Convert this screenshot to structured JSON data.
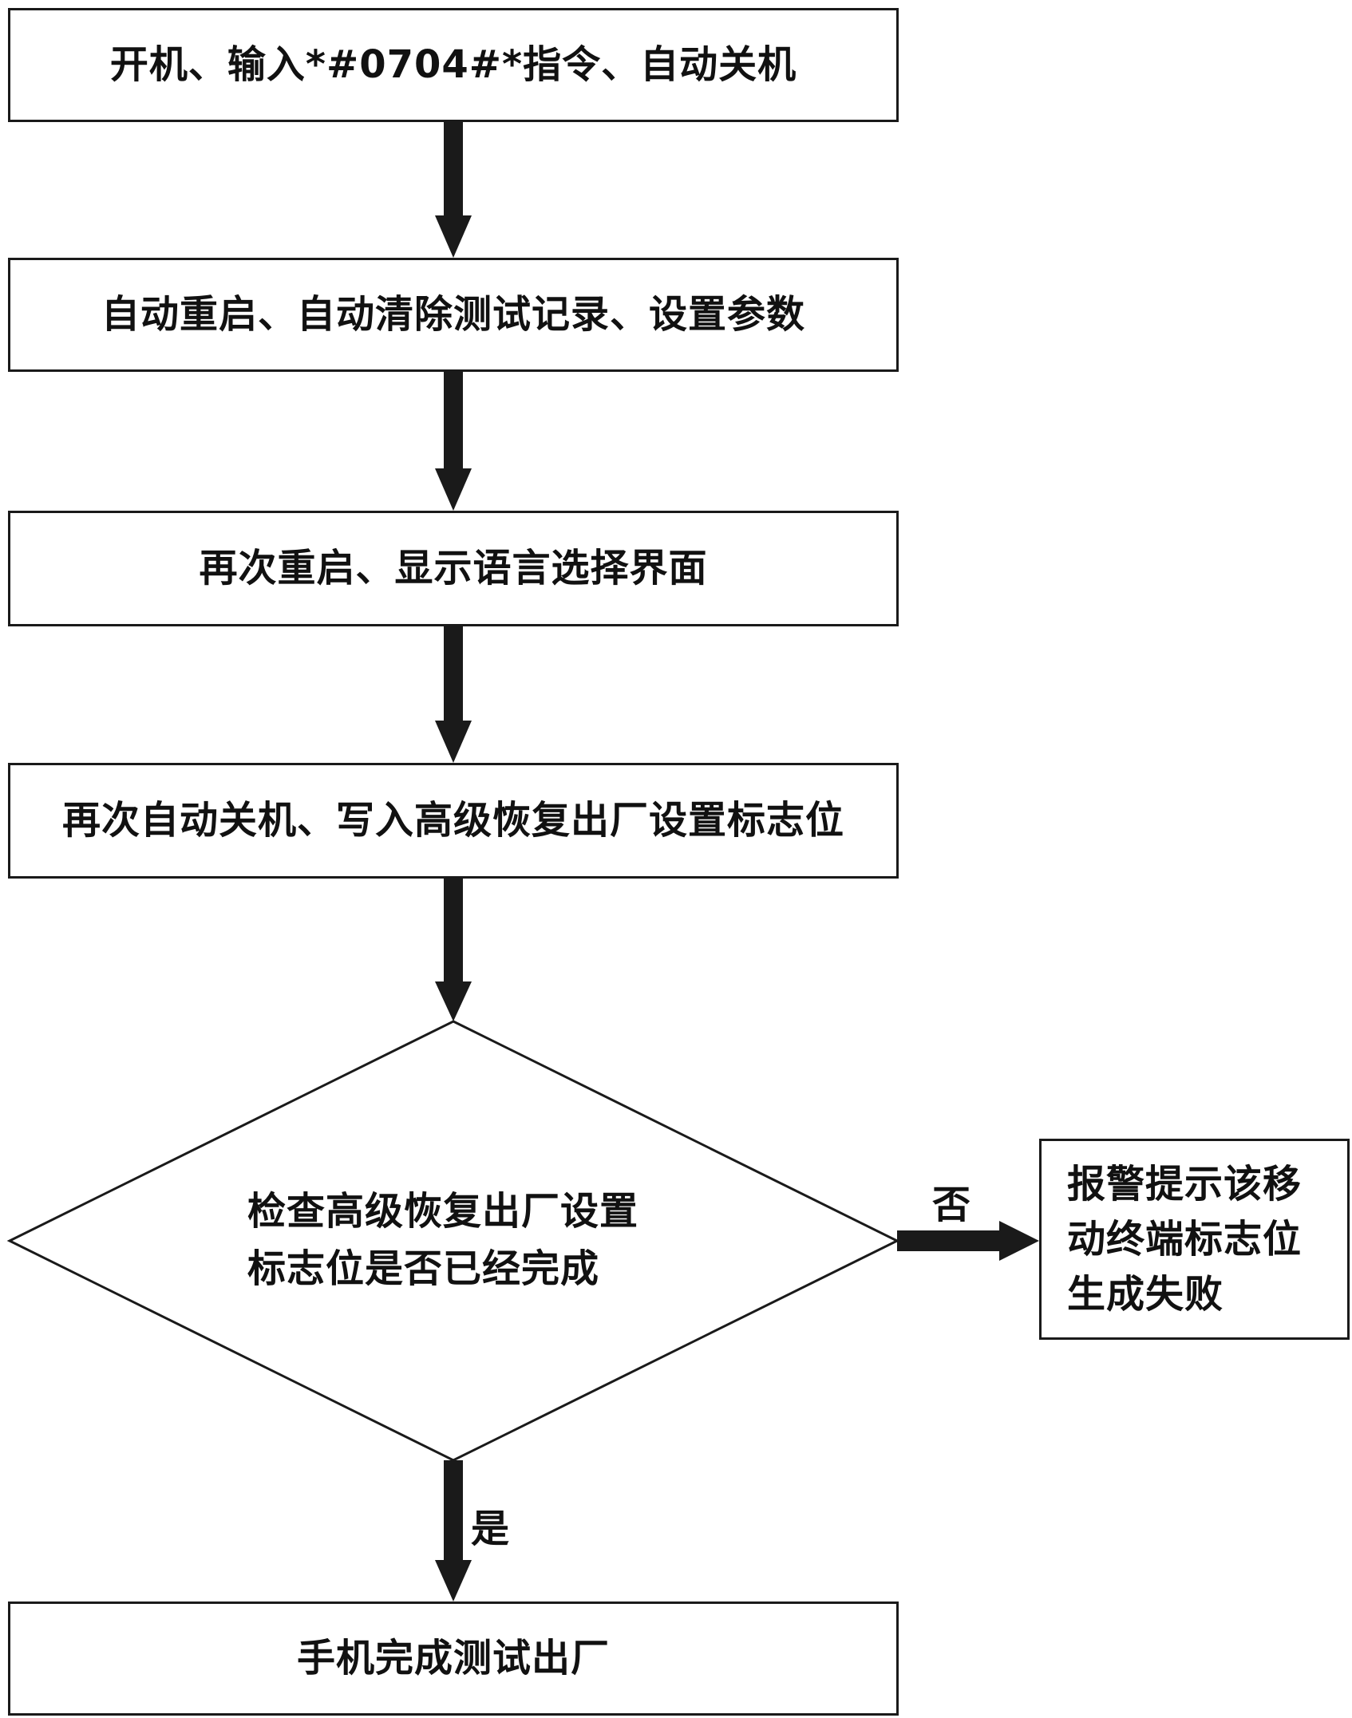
{
  "flowchart": {
    "steps": [
      {
        "id": "step-1",
        "text": "开机、输入*#0704#*指令、自动关机"
      },
      {
        "id": "step-2",
        "text": "自动重启、自动清除测试记录、设置参数"
      },
      {
        "id": "step-3",
        "text": "再次重启、显示语言选择界面"
      },
      {
        "id": "step-4",
        "text": "再次自动关机、写入高级恢复出厂设置标志位"
      }
    ],
    "decision": {
      "line1": "检查高级恢复出厂设置",
      "line2": "标志位是否已经完成"
    },
    "branch_no": {
      "label": "否",
      "line1": "报警提示该移",
      "line2": "动终端标志位",
      "line3": "生成失败"
    },
    "branch_yes": {
      "label": "是",
      "text": "手机完成测试出厂"
    },
    "colors": {
      "line": "#1a1a1a",
      "background": "#ffffff"
    }
  }
}
